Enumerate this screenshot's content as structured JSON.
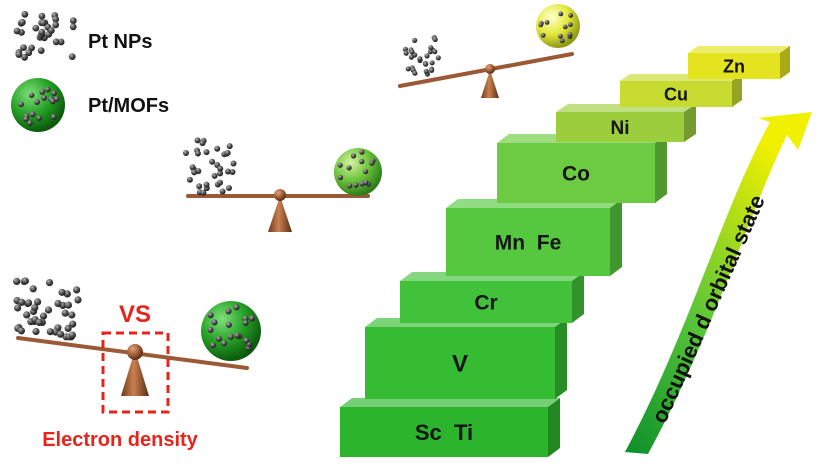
{
  "legend": {
    "pt_nps": "Pt NPs",
    "pt_mofs": "Pt/MOFs"
  },
  "comparison": {
    "vs": "VS",
    "caption": "Electron density"
  },
  "stairs": [
    {
      "label": "Sc  Ti",
      "color": "#2cb52c"
    },
    {
      "label": "V",
      "color": "#36bc33"
    },
    {
      "label": "Cr",
      "color": "#42c23a"
    },
    {
      "label": "Mn  Fe",
      "color": "#55c83f"
    },
    {
      "label": "Co",
      "color": "#6ccb40"
    },
    {
      "label": "Ni",
      "color": "#9ccd3c"
    },
    {
      "label": "Cu",
      "color": "#c8db30"
    },
    {
      "label": "Zn",
      "color": "#e3e31f"
    }
  ],
  "arrow": {
    "label": "occupied d orbital state"
  },
  "colors": {
    "accent_red": "#e8231c",
    "seesaw_brown": "#9b5a35",
    "sphere_green": "#1f9a1f",
    "sphere_yellow": "#e6ee3a",
    "particle_gray": "#4a4a4a"
  }
}
